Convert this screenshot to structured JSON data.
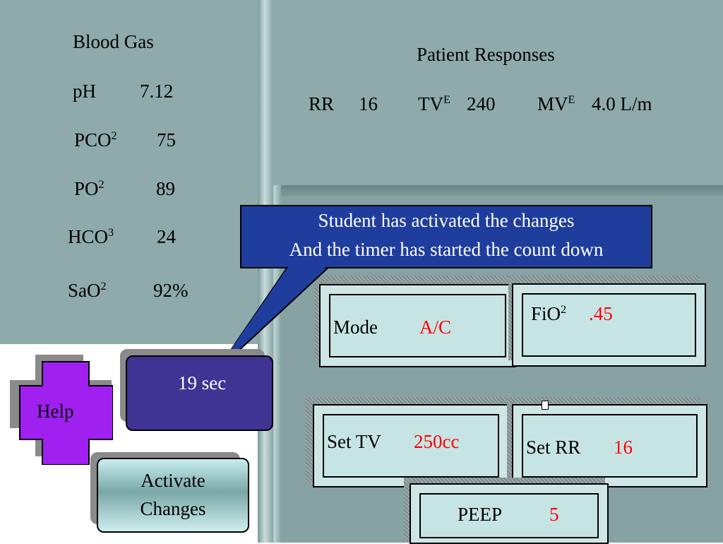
{
  "blood_gas": {
    "title": "Blood Gas",
    "rows": [
      {
        "label": "pH",
        "sup": "",
        "value": "7.12"
      },
      {
        "label": "PCO",
        "sup": "2",
        "value": "75"
      },
      {
        "label": "PO",
        "sup": "2",
        "value": "89"
      },
      {
        "label": "HCO",
        "sup": "3",
        "value": "24"
      },
      {
        "label": "SaO",
        "sup": "2",
        "value": "92%"
      }
    ]
  },
  "patient": {
    "title": "Patient Responses",
    "rr_label": "RR",
    "rr_value": "16",
    "tv_label": "TV",
    "tv_sup": "E",
    "tv_value": "240",
    "mv_label": "MV",
    "mv_sup": "E",
    "mv_value": "4.0 L/m"
  },
  "callout": {
    "line1": "Student has activated the changes",
    "line2": "And the timer has started the count down"
  },
  "settings": {
    "mode_label": "Mode",
    "mode_value": "A/C",
    "fio2_label": "FiO",
    "fio2_sup": "2",
    "fio2_value": ".45",
    "tv_label": "Set TV",
    "tv_value": "250cc",
    "rr_label": "Set RR",
    "rr_value": "16",
    "peep_label": "PEEP",
    "peep_value": "5"
  },
  "controls": {
    "help_label": "Help",
    "timer_label": "19 sec",
    "activate_line1": "Activate",
    "activate_line2": "Changes"
  },
  "colors": {
    "panel": "#8FAAAA",
    "callout": "#1F3D9C",
    "help": "#A020F0",
    "timer": "#3F3393",
    "value_red": "#FF0000"
  }
}
